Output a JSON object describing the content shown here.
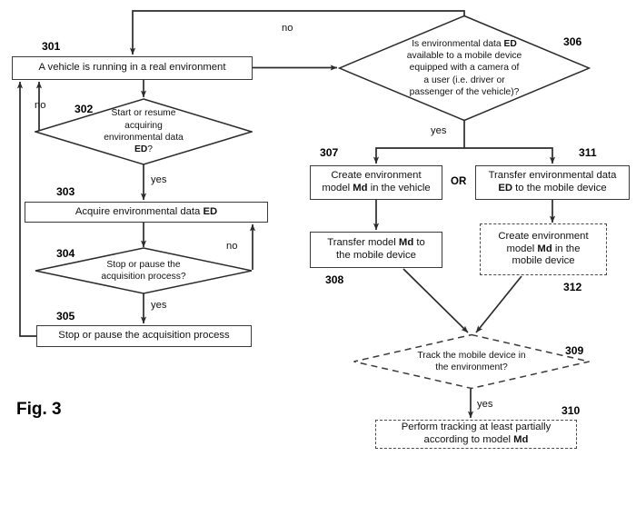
{
  "figure": {
    "caption": "Fig. 3",
    "line_color": "#2b2b2b"
  },
  "nodes": {
    "n301": {
      "ref": "301",
      "text": "A vehicle is running in a real environment",
      "shape": "box",
      "style": "solid"
    },
    "n302": {
      "ref": "302",
      "text_lines": [
        "Start or resume",
        "acquiring",
        "environmental data",
        "ED?"
      ],
      "shape": "diamond",
      "style": "solid"
    },
    "n303": {
      "ref": "303",
      "text": "Acquire environmental data ED",
      "shape": "box",
      "style": "solid"
    },
    "n304": {
      "ref": "304",
      "text_lines": [
        "Stop or pause  the",
        "acquisition process?"
      ],
      "shape": "diamond",
      "style": "solid"
    },
    "n305": {
      "ref": "305",
      "text": "Stop or pause the acquisition process",
      "shape": "box",
      "style": "solid"
    },
    "n306": {
      "ref": "306",
      "text_lines": [
        "Is environmental data ED",
        "available to a mobile device",
        "equipped with a camera of",
        "a user (i.e. driver or",
        "passenger of the vehicle)?"
      ],
      "shape": "diamond",
      "style": "solid"
    },
    "n307": {
      "ref": "307",
      "text_lines": [
        "Create environment",
        "model Md in the vehicle"
      ],
      "shape": "box",
      "style": "solid"
    },
    "n308": {
      "ref": "308",
      "text_lines": [
        "Transfer model Md to",
        "the mobile device"
      ],
      "shape": "box",
      "style": "solid"
    },
    "n309": {
      "ref": "309",
      "text_lines": [
        "Track the mobile device in",
        "the environment?"
      ],
      "shape": "diamond",
      "style": "dashed"
    },
    "n310": {
      "ref": "310",
      "text_lines": [
        "Perform tracking at least partially",
        "according to model Md"
      ],
      "shape": "box",
      "style": "dashed"
    },
    "n311": {
      "ref": "311",
      "text_lines": [
        "Transfer environmental data",
        "ED to the mobile device"
      ],
      "shape": "box",
      "style": "solid"
    },
    "n312": {
      "ref": "312",
      "text_lines": [
        "Create environment",
        "model Md in the",
        "mobile device"
      ],
      "shape": "box",
      "style": "dashed"
    }
  },
  "edge_labels": {
    "e306_no": "no",
    "e302_no": "no",
    "e302_yes": "yes",
    "e304_no": "no",
    "e304_yes": "yes",
    "e306_yes": "yes",
    "e309_yes": "yes",
    "or": "OR"
  }
}
